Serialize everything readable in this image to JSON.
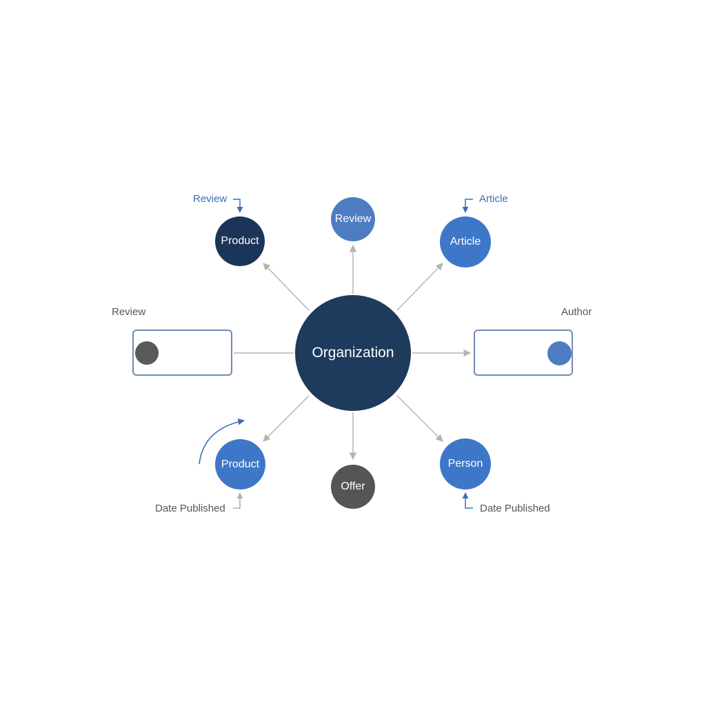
{
  "diagram": {
    "center": {
      "label": "Organization"
    },
    "nodes": {
      "product_top_left": "Product",
      "review_top": "Review",
      "article_top_right": "Article",
      "product_bottom_left": "Product",
      "offer_bottom": "Offer",
      "person_bottom_right": "Person"
    },
    "annotations": {
      "review_top_left": "Review",
      "article_top_right": "Article",
      "review_left_card": "Review",
      "author_right_card": "Author",
      "date_published_bottom_left": "Date Published",
      "date_published_bottom_right": "Date Published"
    },
    "colors": {
      "navy": "#1e3a5c",
      "blue": "#3f77c8",
      "light_blue": "#4e7cc1",
      "gray": "#555555",
      "edge": "#b4b4b4",
      "accent_text": "#3a6fb5"
    }
  }
}
